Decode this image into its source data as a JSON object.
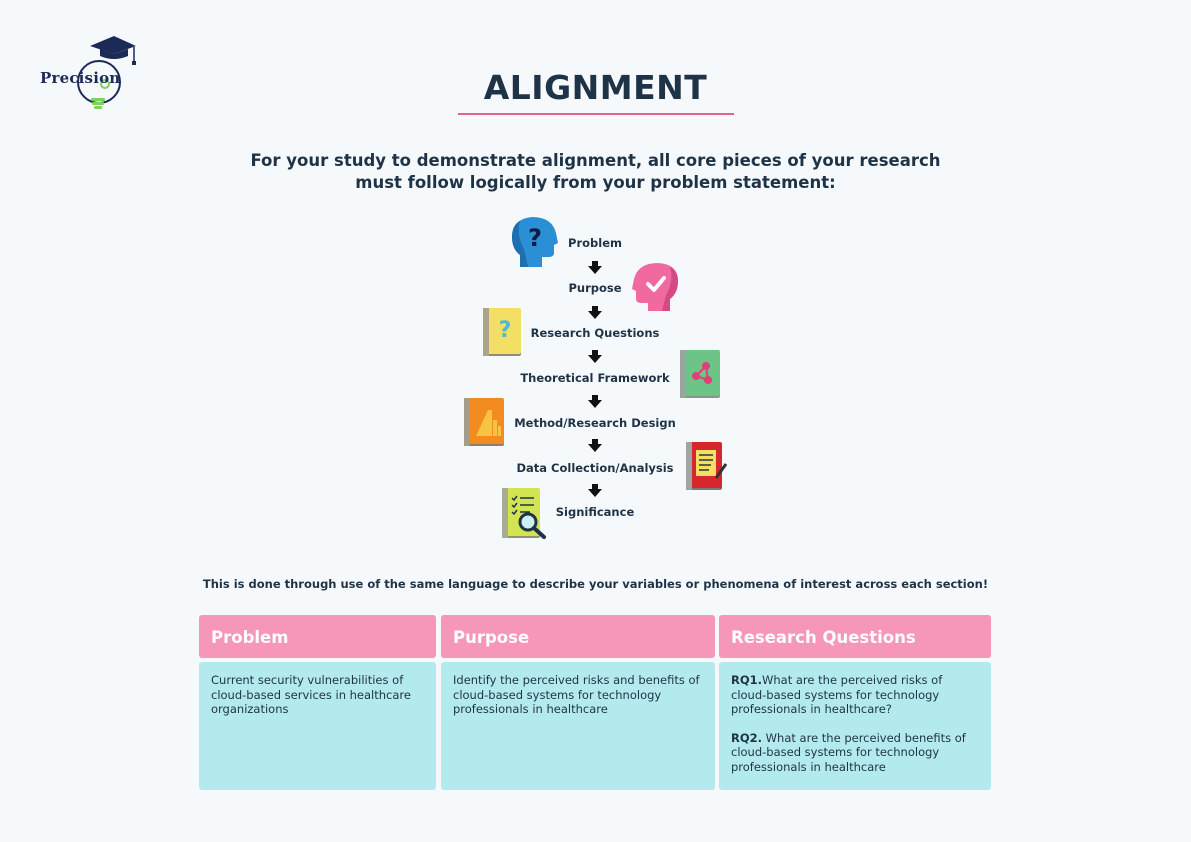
{
  "logo": {
    "text": "Precision"
  },
  "header": {
    "title": "ALIGNMENT",
    "intro_line1": "For your study to demonstrate alignment, all core pieces of your research",
    "intro_line2": "must follow logically from your problem statement:"
  },
  "flow": {
    "steps": [
      {
        "label": "Problem",
        "icon": "question-head-icon"
      },
      {
        "label": "Purpose",
        "icon": "check-head-icon"
      },
      {
        "label": "Research Questions",
        "icon": "question-book-icon"
      },
      {
        "label": "Theoretical Framework",
        "icon": "network-book-icon"
      },
      {
        "label": "Method/Research Design",
        "icon": "chart-book-icon"
      },
      {
        "label": "Data Collection/Analysis",
        "icon": "notes-book-icon"
      },
      {
        "label": "Significance",
        "icon": "checklist-magnifier-icon"
      }
    ]
  },
  "note": "This is done through use of the same language to describe your variables or phenomena of interest across each section!",
  "table": {
    "columns": [
      {
        "header": "Problem",
        "body": "Current security vulnerabilities of cloud-based services in healthcare organizations"
      },
      {
        "header": "Purpose",
        "body": "Identify the perceived risks and benefits of cloud-based systems for technology professionals in healthcare"
      },
      {
        "header": "Research Questions",
        "rq1_label": "RQ1.",
        "rq1_text": "What are the perceived risks of cloud-based systems for technology professionals in healthcare?",
        "rq2_label": "RQ2.",
        "rq2_text": " What are the perceived benefits of cloud-based systems for technology professionals in healthcare"
      }
    ]
  },
  "colors": {
    "header_pink": "#f596ba",
    "body_cyan": "#b2eaed",
    "accent_pink": "#e2648c",
    "navy": "#1f3347"
  }
}
